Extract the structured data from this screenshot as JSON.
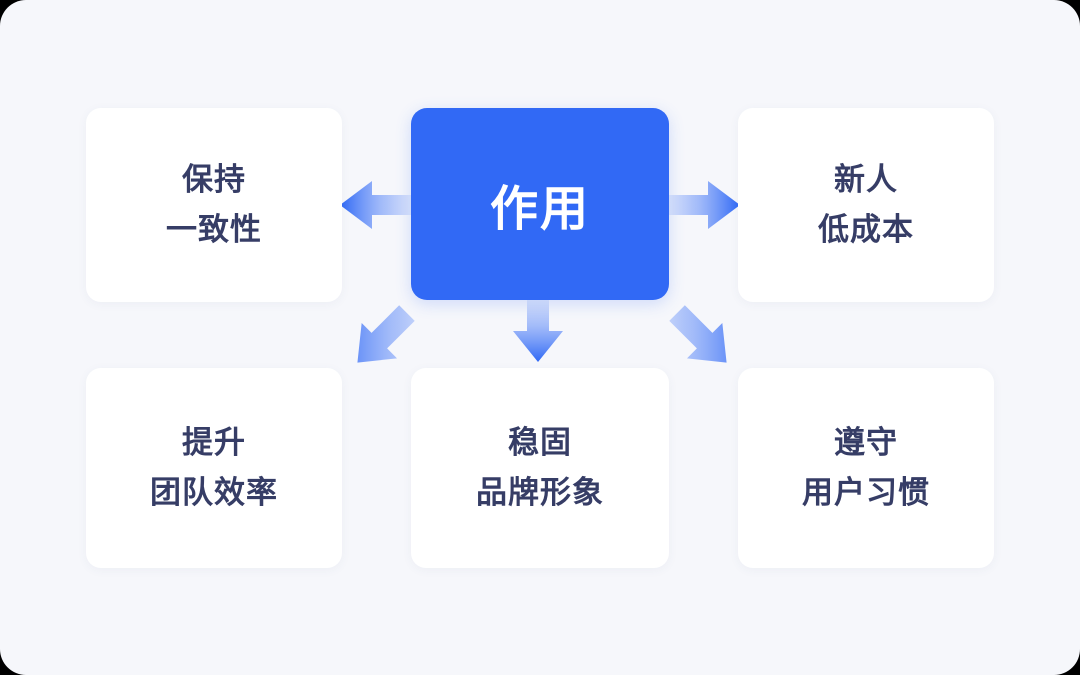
{
  "diagram": {
    "type": "hub-and-spoke",
    "accent_color": "#3169f5",
    "text_color": "#363d66",
    "card_background": "#ffffff",
    "page_background": "#f6f7fb",
    "hub": {
      "label": "作用"
    },
    "nodes": [
      {
        "id": "keep-consistency",
        "line1": "保持",
        "line2": "一致性",
        "direction": "left"
      },
      {
        "id": "newcomer-low-cost",
        "line1": "新人",
        "line2": "低成本",
        "direction": "right"
      },
      {
        "id": "team-efficiency",
        "line1": "提升",
        "line2": "团队效率",
        "direction": "down-left"
      },
      {
        "id": "brand-image",
        "line1": "稳固",
        "line2": "品牌形象",
        "direction": "down"
      },
      {
        "id": "user-habits",
        "line1": "遵守",
        "line2": "用户习惯",
        "direction": "down-right"
      }
    ],
    "arrows": [
      {
        "id": "arrow-left",
        "name": "arrow-left-icon",
        "from": "hub",
        "to": "keep-consistency"
      },
      {
        "id": "arrow-right",
        "name": "arrow-right-icon",
        "from": "hub",
        "to": "newcomer-low-cost"
      },
      {
        "id": "arrow-down-left",
        "name": "arrow-down-left-icon",
        "from": "hub",
        "to": "team-efficiency"
      },
      {
        "id": "arrow-down",
        "name": "arrow-down-icon",
        "from": "hub",
        "to": "brand-image"
      },
      {
        "id": "arrow-down-right",
        "name": "arrow-down-right-icon",
        "from": "hub",
        "to": "user-habits"
      }
    ]
  }
}
